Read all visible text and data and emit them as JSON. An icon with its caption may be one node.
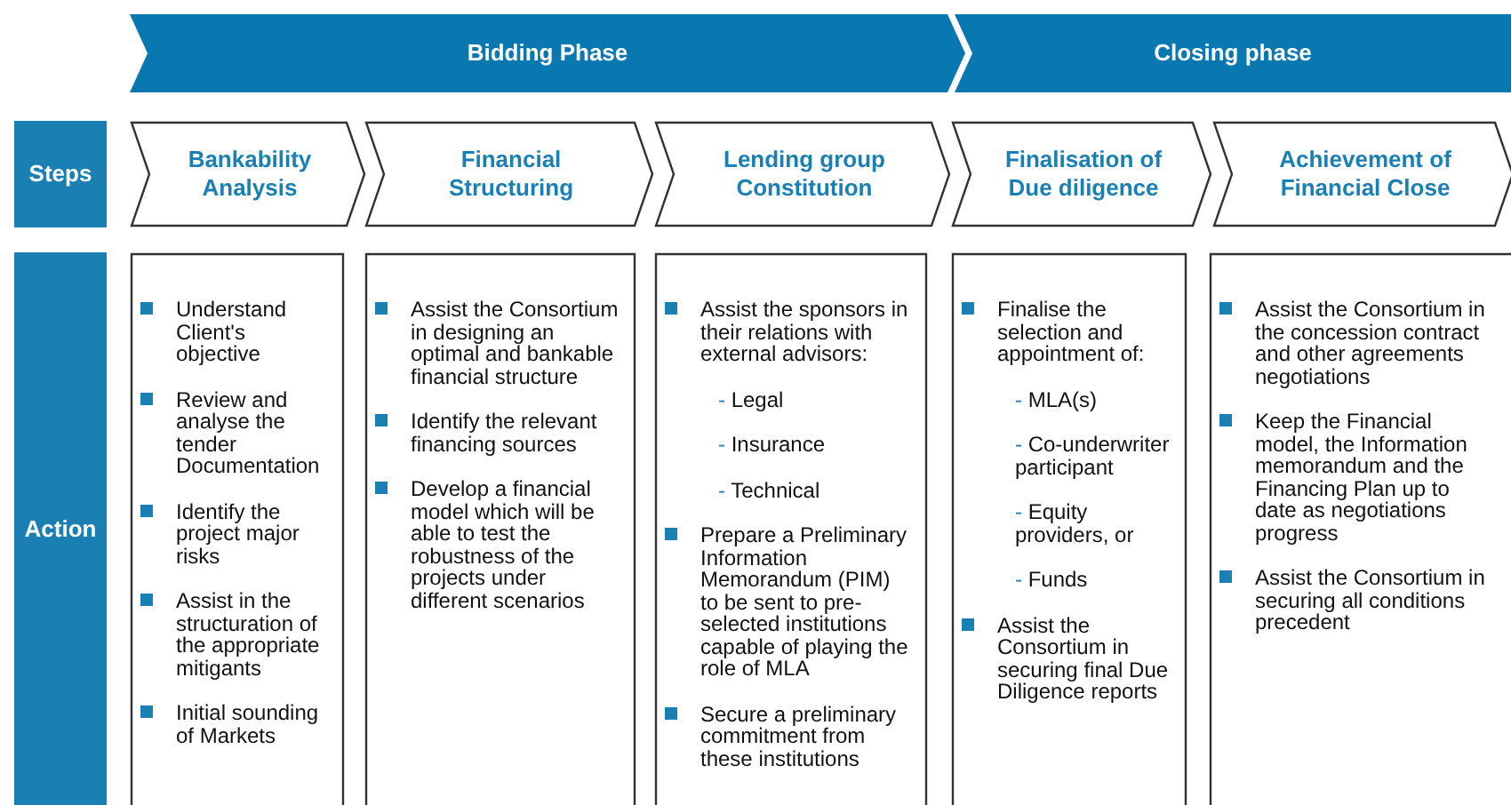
{
  "diagram": {
    "nodes": [
      {
        "text": [
          "Bidding Phase"
        ]
      },
      {
        "text": [
          "Closing phase"
        ]
      },
      {
        "text": [
          "Steps"
        ]
      },
      {
        "text": [
          "Bankability Analysis"
        ]
      },
      {
        "text": [
          "Financial Structuring"
        ]
      },
      {
        "text": [
          "Lending group Constitution"
        ]
      },
      {
        "text": [
          "Finalisation of Due diligence"
        ]
      },
      {
        "text": [
          "Achievement of Financial Close"
        ]
      },
      {
        "text": [
          "Action"
        ]
      },
      {
        "text": [
          "Understand Client's objective",
          "Review and analyse the tender Documentation",
          "Identify the project major risks",
          "Assist in the structuration of the appropriate mitigants",
          "Initial sounding of Markets"
        ]
      },
      {
        "text": [
          "Assist the Consortium in designing an optimal and bankable financial structure",
          "Identify the relevant financing sources",
          "Develop a financial model which will be able to  test the robustness of the projects under different scenarios"
        ]
      },
      {
        "text": [
          "Assist the sponsors in their relations with external advisors:",
          "- Legal",
          "- Insurance",
          "- Technical",
          "Prepare a Preliminary Information Memorandum (PIM) to be sent to pre-selected institutions capable of playing the role of MLA",
          "Secure a preliminary commitment from these institutions"
        ]
      },
      {
        "text": [
          "Finalise the selection and appointment of:",
          "- MLA(s)",
          "- Co-underwriter participant",
          "- Equity providers, or",
          "- Funds",
          "Assist the Consortium in securing final Due Diligence reports"
        ]
      },
      {
        "text": [
          "Assist the Consortium in the concession contract and other agreements negotiations",
          "Keep the Financial model, the Information memorandum and the Financing Plan up to date as negotiations progress",
          "Assist the Consortium in securing all conditions precedent"
        ]
      }
    ]
  }
}
